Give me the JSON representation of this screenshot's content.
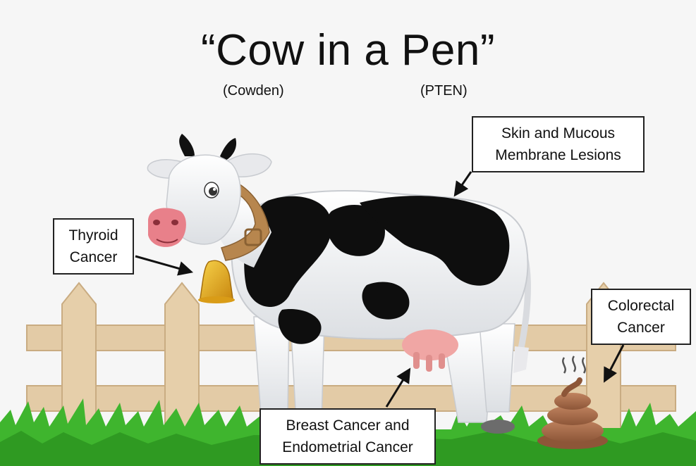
{
  "title": "“Cow in a Pen”",
  "subtitle_left": "(Cowden)",
  "subtitle_right": "(PTEN)",
  "labels": {
    "skin": [
      "Skin and Mucous",
      "Membrane Lesions"
    ],
    "thyroid": [
      "Thyroid",
      "Cancer"
    ],
    "colorectal": [
      "Colorectal",
      "Cancer"
    ],
    "breast": [
      "Breast Cancer and",
      "Endometrial Cancer"
    ]
  },
  "colors": {
    "fence": "#e3cba6",
    "fence_shadow": "#c9ac82",
    "grass": "#3fb52e",
    "cow_spots": "#0e0e0e",
    "udder": "#f0a6a4",
    "bell": "#e7a81c",
    "collar": "#b7864e",
    "poop": "#a86a4a"
  }
}
